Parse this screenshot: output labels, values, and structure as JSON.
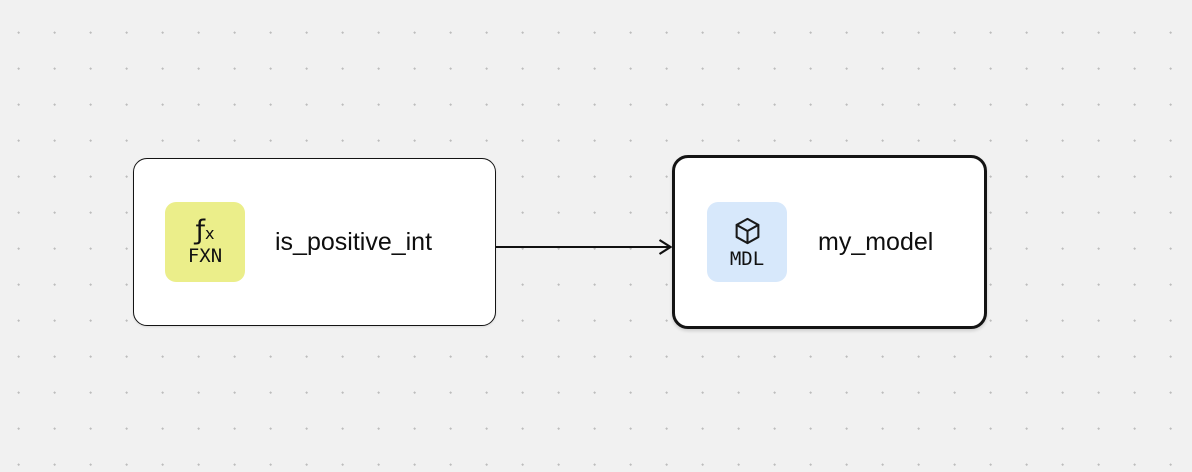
{
  "canvas": {
    "background": "#f1f1f1",
    "dot_color": "#bdbdbd",
    "node_border_color": "#141414",
    "edge_color": "#111111"
  },
  "nodes": [
    {
      "id": "is_positive_int",
      "label": "is_positive_int",
      "selected": false,
      "badge": {
        "kind": "FXN",
        "icon": "function-icon",
        "glyph_f": "ƒ",
        "glyph_x": "x",
        "color": "#ebee8a"
      }
    },
    {
      "id": "my_model",
      "label": "my_model",
      "selected": true,
      "badge": {
        "kind": "MDL",
        "icon": "cube-icon",
        "color": "#d7e8fb"
      }
    }
  ],
  "edges": [
    {
      "source": "is_positive_int",
      "target": "my_model"
    }
  ]
}
